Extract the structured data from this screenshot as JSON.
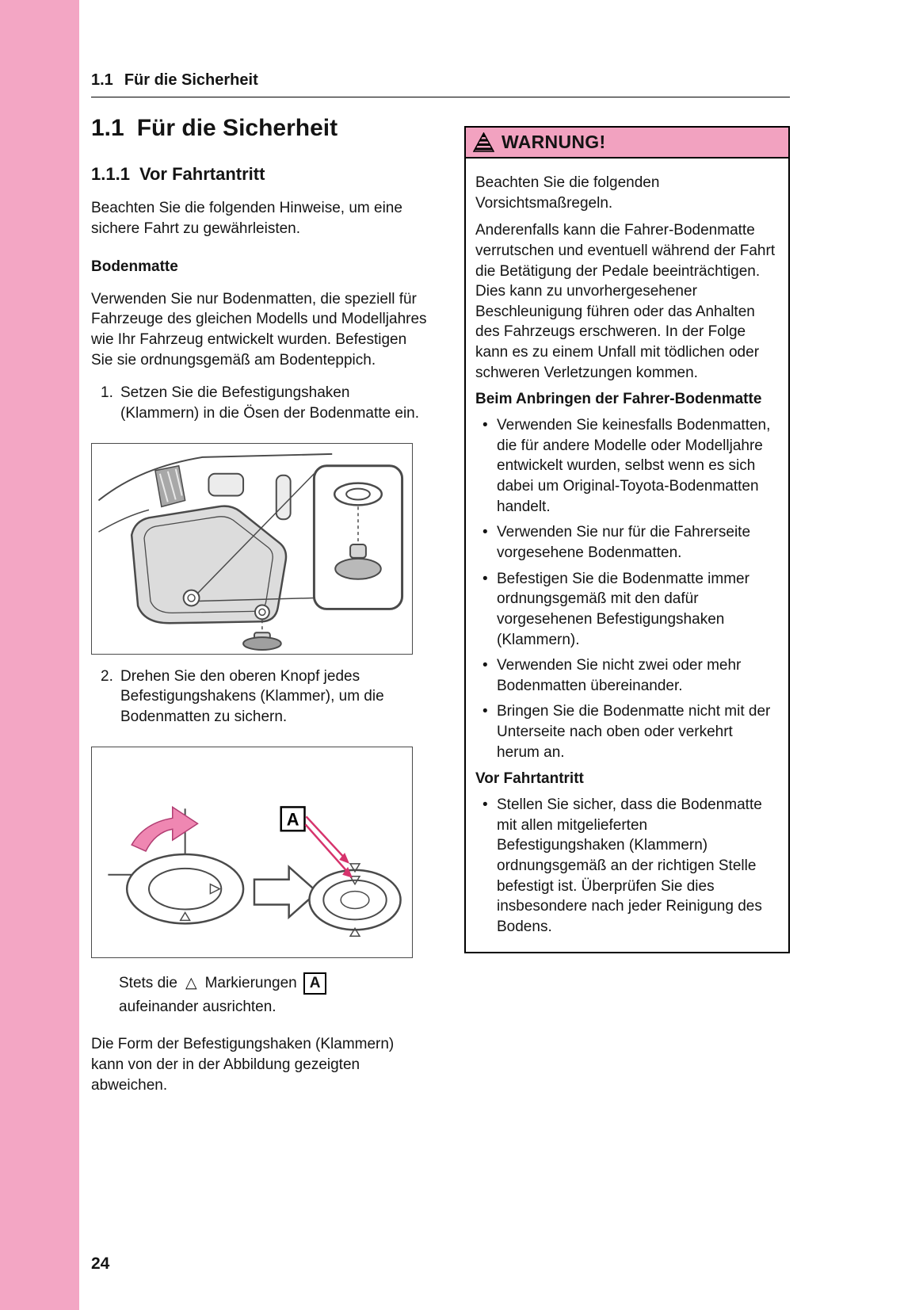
{
  "colors": {
    "edge_band_pink": "#f3a6c4",
    "warning_header_pink": "#f2a2c0",
    "callout_magenta": "#d6336c"
  },
  "page": {
    "running_header_num": "1.1",
    "running_header_text": "Für die Sicherheit",
    "page_number": "24"
  },
  "left_column": {
    "title_num": "1.1",
    "title_text": "Für die Sicherheit",
    "subtitle_num": "1.1.1",
    "subtitle_text": "Vor Fahrtantritt",
    "intro": "Beachten Sie die folgenden Hinweise, um eine sichere Fahrt zu gewährleisten.",
    "heading_bodenmatte": "Bodenmatte",
    "para_bodenmatte": "Verwenden Sie nur Bodenmatten, die speziell für Fahrzeuge des gleichen Modells und Modelljahres wie Ihr Fahrzeug entwickelt wurden. Befestigen Sie sie ordnungsgemäß am Bodenteppich.",
    "step1_num": "1.",
    "step1_text": "Setzen Sie die Befestigungshaken (Klammern) in die Ösen der Bodenmatte ein.",
    "step2_num": "2.",
    "step2_text": "Drehen Sie den oberen Knopf jedes Befestigungshakens (Klammer), um die Bodenmatten zu sichern.",
    "caption_pre": "Stets die",
    "caption_marker": "△",
    "caption_mid": "Markierungen",
    "caption_label": "A",
    "caption_post": "aufeinander ausrichten.",
    "note": "Die Form der Befestigungshaken (Klammern) kann von der in der Abbildung gezeigten abweichen."
  },
  "figures": {
    "label_a": "A"
  },
  "warning": {
    "title": "WARNUNG!",
    "intro1": "Beachten Sie die folgenden Vorsichtsmaßregeln.",
    "intro2": "Anderenfalls kann die Fahrer-Bodenmatte verrutschen und eventuell während der Fahrt die Betätigung der Pedale beeinträchtigen. Dies kann zu unvorhergesehener Beschleunigung führen oder das Anhalten des Fahrzeugs erschweren. In der Folge kann es zu einem Unfall mit tödlichen oder schweren Verletzungen kommen.",
    "section1_heading": "Beim Anbringen der Fahrer-Bodenmatte",
    "section1_bullets": [
      "Verwenden Sie keinesfalls Bodenmatten, die für andere Modelle oder Modelljahre entwickelt wurden, selbst wenn es sich dabei um Original-Toyota-Bodenmatten handelt.",
      "Verwenden Sie nur für die Fahrerseite vorgesehene Bodenmatten.",
      "Befestigen Sie die Bodenmatte immer ordnungsgemäß mit den dafür vorgesehenen Befestigungshaken (Klammern).",
      "Verwenden Sie nicht zwei oder mehr Bodenmatten übereinander.",
      "Bringen Sie die Bodenmatte nicht mit der Unterseite nach oben oder verkehrt herum an."
    ],
    "section2_heading": "Vor Fahrtantritt",
    "section2_bullets": [
      "Stellen Sie sicher, dass die Bodenmatte mit allen mitgelieferten Befestigungshaken (Klammern) ordnungsgemäß an der richtigen Stelle befestigt ist. Überprüfen Sie dies insbesondere nach jeder Reinigung des Bodens."
    ]
  }
}
